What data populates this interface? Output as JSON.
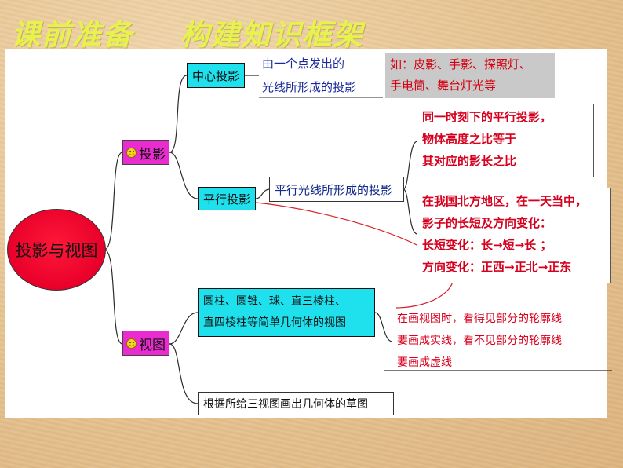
{
  "title": "课前准备    构建知识框架",
  "root": "投影与视图",
  "projection": {
    "label": "投影",
    "central": {
      "label": "中心投影",
      "desc": [
        "由一个点发出的",
        "光线所形成的投影"
      ],
      "examples": [
        "如：皮影、手影、探照灯、",
        "手电筒、舞台灯光等"
      ]
    },
    "parallel": {
      "label": "平行投影",
      "desc": "平行光线所形成的投影",
      "note1": [
        "同一时刻下的平行投影，",
        "物体高度之比等于",
        "其对应的影长之比"
      ],
      "note2": [
        "在我国北方地区，在一天当中，",
        "影子的长短及方向变化：",
        "长短变化：长→短→长 ；",
        "方向变化：正西→正北→正东"
      ]
    }
  },
  "view": {
    "label": "视图",
    "solids": [
      "圆柱、圆锥、球、直三棱柱、",
      "直四棱柱等简单几何体的视图"
    ],
    "note": [
      "在画视图时，看得见部分的轮廓线",
      "要画成实线，看不见部分的轮廓线",
      "要画成虚线"
    ],
    "sketch": "根据所给三视图画出几何体的草图"
  },
  "colors": {
    "node_cyan": "#1fe1ee",
    "node_magenta": "#ea2bd0",
    "root_red": "#e8002a",
    "title_yellow": "#e7f24c",
    "note_red": "#d6001e",
    "text_blue": "#1a2a9a"
  }
}
